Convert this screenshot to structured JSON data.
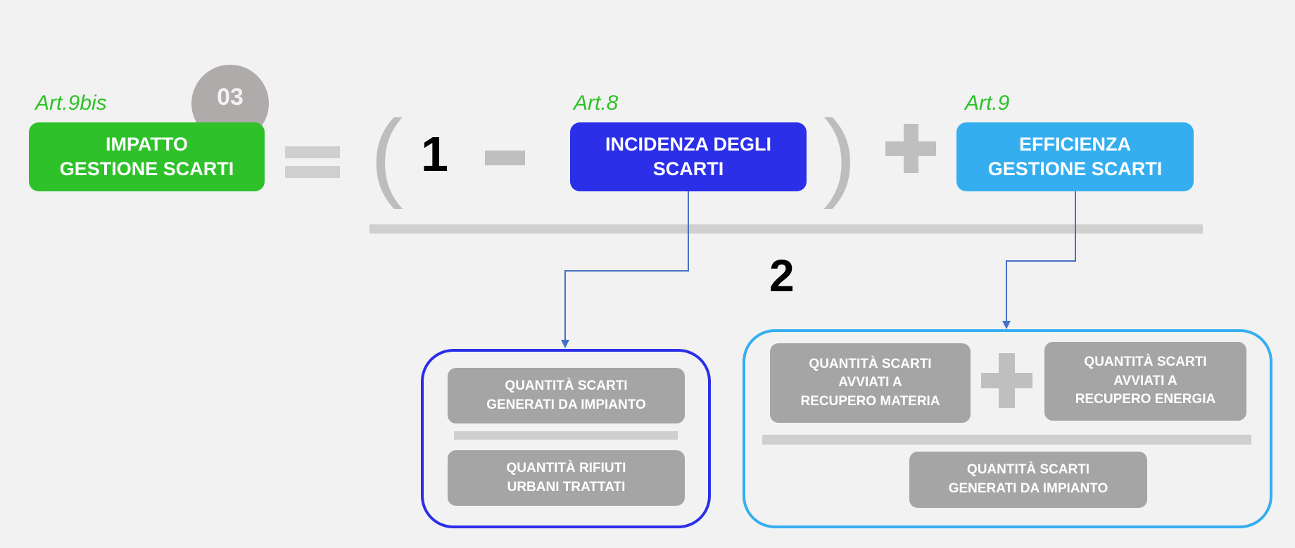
{
  "badge": "03",
  "main": {
    "result": {
      "article": "Art.9bis",
      "label_line1": "IMPATTO",
      "label_line2": "GESTIONE SCARTI",
      "color": "#2ec12a"
    },
    "term_one": "1",
    "incidence": {
      "article": "Art.8",
      "label_line1": "INCIDENZA DEGLI",
      "label_line2": "SCARTI",
      "color": "#2b2fe8"
    },
    "efficiency": {
      "article": "Art.9",
      "label_line1": "EFFICIENZA",
      "label_line2": "GESTIONE SCARTI",
      "color": "#35aef0"
    },
    "denominator": "2",
    "open_paren": "(",
    "close_paren": ")"
  },
  "incidence_detail": {
    "numerator": {
      "line1": "QUANTITÀ SCARTI",
      "line2": "GENERATI DA IMPIANTO"
    },
    "denominator": {
      "line1": "QUANTITÀ RIFIUTI",
      "line2": "URBANI TRATTATI"
    }
  },
  "efficiency_detail": {
    "numerator_a": {
      "line1": "QUANTITÀ SCARTI",
      "line2": "AVVIATI A",
      "line3": "RECUPERO MATERIA"
    },
    "numerator_b": {
      "line1": "QUANTITÀ SCARTI",
      "line2": "AVVIATI A",
      "line3": "RECUPERO ENERGIA"
    },
    "denominator": {
      "line1": "QUANTITÀ SCARTI",
      "line2": "GENERATI DA IMPIANTO"
    }
  }
}
